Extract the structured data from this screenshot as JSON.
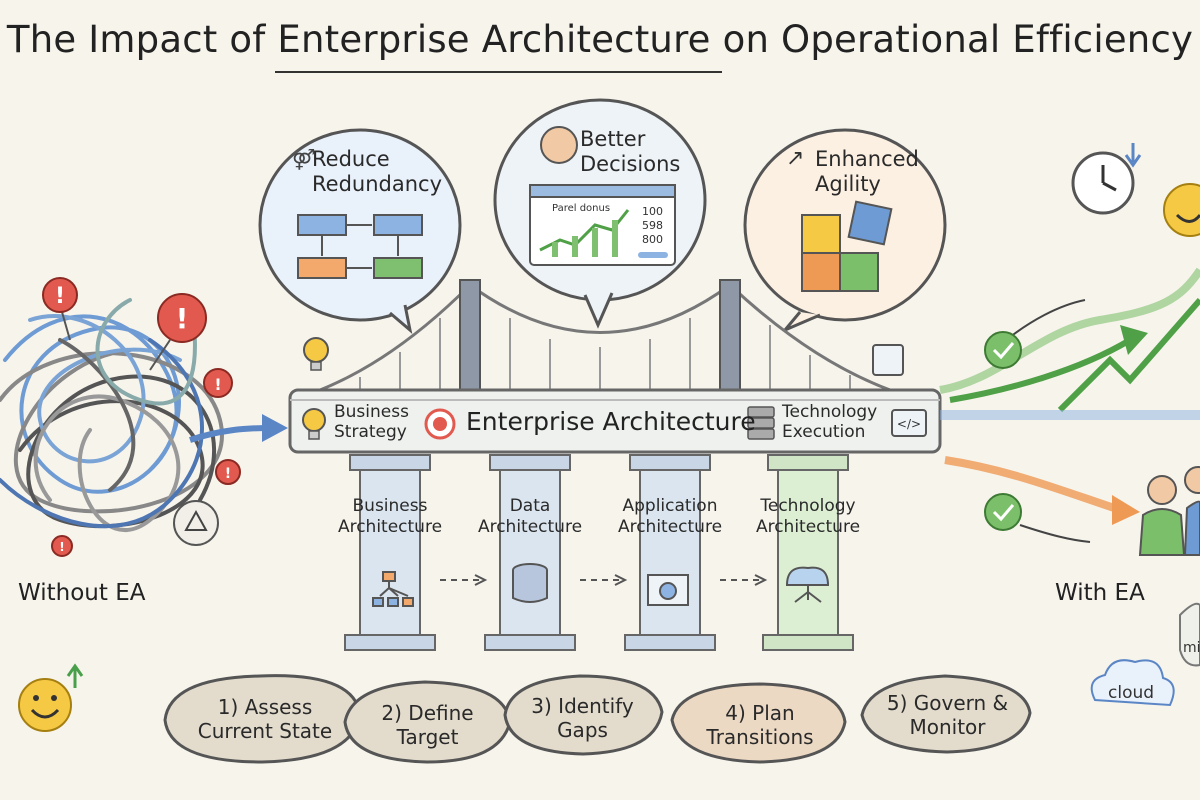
{
  "title": "The Impact of Enterprise Architecture on Operational Efficiency",
  "benefits": [
    {
      "line1": "Reduce",
      "line2": "Redundancy",
      "icon": "redundancy-icon"
    },
    {
      "line1": "Better",
      "line2": "Decisions",
      "icon": "person-head-icon"
    },
    {
      "line1": "Enhanced",
      "line2": "Agility",
      "icon": "trend-arrow-icon"
    }
  ],
  "dashboard": {
    "heading": "Parel donus",
    "v1": "100",
    "v2": "598",
    "v3": "800"
  },
  "bridge": {
    "left_line1": "Business",
    "left_line2": "Strategy",
    "center": "Enterprise Architecture",
    "right_line1": "Technology",
    "right_line2": "Execution"
  },
  "pillars": [
    {
      "line1": "Business",
      "line2": "Architecture",
      "icon": "flowchart-icon"
    },
    {
      "line1": "Data",
      "line2": "Architecture",
      "icon": "database-icon"
    },
    {
      "line1": "Application",
      "line2": "Architecture",
      "icon": "app-window-icon"
    },
    {
      "line1": "Technology",
      "line2": "Architecture",
      "icon": "cloud-network-icon"
    }
  ],
  "left_label": "Without EA",
  "right_label": "With EA",
  "cloud_label": "cloud",
  "partial_label": "mi",
  "steps": [
    {
      "line1": "1) Assess",
      "line2": "Current State"
    },
    {
      "line1": "2) Define",
      "line2": "Target"
    },
    {
      "line1": "3) Identify",
      "line2": "Gaps"
    },
    {
      "line1": "4) Plan",
      "line2": "Transitions"
    },
    {
      "line1": "5) Govern &",
      "line2": "Monitor"
    }
  ],
  "colors": {
    "blue": "#6e9bd3",
    "orange": "#ee9a55",
    "green": "#7cbf6a",
    "red": "#e25a4f",
    "yellow": "#f6c945",
    "bridge": "#7f8a98"
  }
}
